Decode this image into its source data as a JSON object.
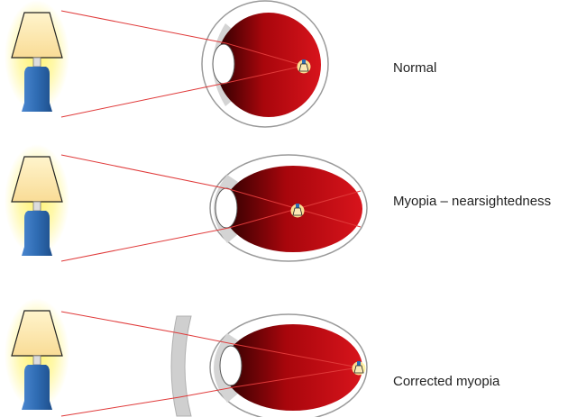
{
  "colors": {
    "lamp_shade": "#fde7a9",
    "lamp_base": "#2f6cb3",
    "lamp_glow": "#fff36a",
    "eye_red": "#d40b13",
    "eye_dark": "#2a0000",
    "ray": "#e03a3a",
    "sclera": "#f2f2f2",
    "lens_gray": "#c8c8c8"
  },
  "rows": [
    {
      "label": "Normal"
    },
    {
      "label": "Myopia – nearsightedness"
    },
    {
      "label": "Corrected myopia"
    }
  ]
}
